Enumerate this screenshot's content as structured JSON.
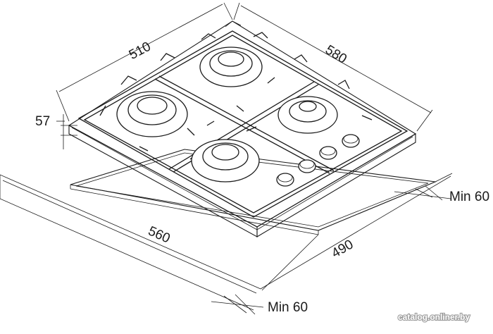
{
  "dimensions": {
    "top_left_width": "510",
    "top_right_depth": "580",
    "height": "57",
    "cutout_width": "560",
    "cutout_depth": "490",
    "clearance_side": "Min 60",
    "clearance_front": "Min 60"
  },
  "watermark": "catalog.onliner.by",
  "colors": {
    "line": "#1a1a1a",
    "background": "#ffffff"
  },
  "hob": {
    "burners": 4,
    "knobs": 4
  }
}
